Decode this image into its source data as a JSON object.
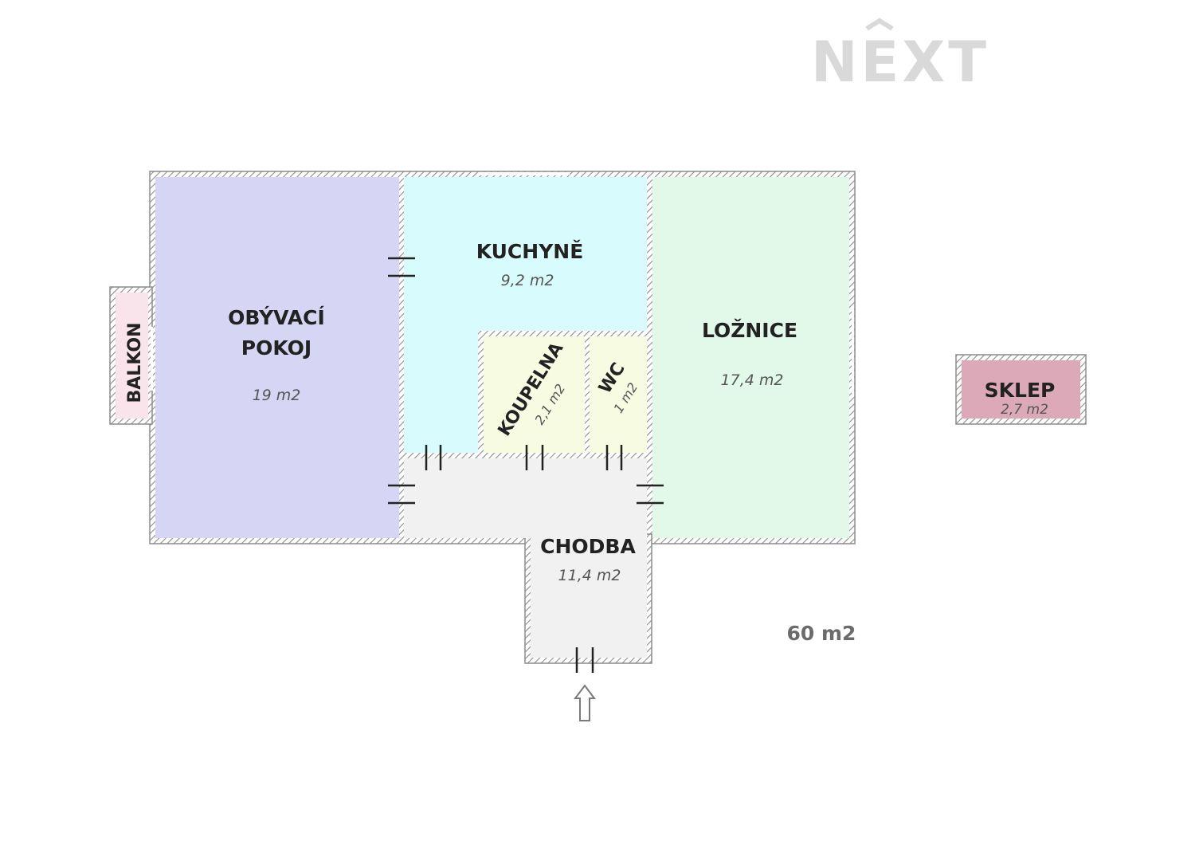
{
  "logo": {
    "text": "NEXT",
    "color": "#d9d9d9"
  },
  "rooms": {
    "obyvaci": {
      "name_line1": "OBÝVACÍ",
      "name_line2": "POKOJ",
      "area": "19 m2",
      "color": "#d6d5f4"
    },
    "kuchyne": {
      "name": "KUCHYNĚ",
      "area": "9,2 m2",
      "color": "#d8fcfd"
    },
    "loznice": {
      "name": "LOŽNICE",
      "area": "17,4 m2",
      "color": "#e2f9e9"
    },
    "koupelna": {
      "name": "KOUPELNA",
      "area": "2,1 m2",
      "color": "#f6fbe1"
    },
    "wc": {
      "name": "WC",
      "area": "1 m2",
      "color": "#f6fbe1"
    },
    "chodba": {
      "name": "CHODBA",
      "area": "11,4 m2",
      "color": "#f1f1f1"
    },
    "balkon": {
      "name": "BALKON",
      "color": "#f8e4ea"
    },
    "sklep": {
      "name": "SKLEP",
      "area": "2,7 m2",
      "color": "#dba9b8"
    }
  },
  "total_area": "60 m2",
  "entrance_icon": "up-arrow-icon",
  "colors": {
    "wall": "#9a9a9a",
    "door_mark": "#222222"
  }
}
